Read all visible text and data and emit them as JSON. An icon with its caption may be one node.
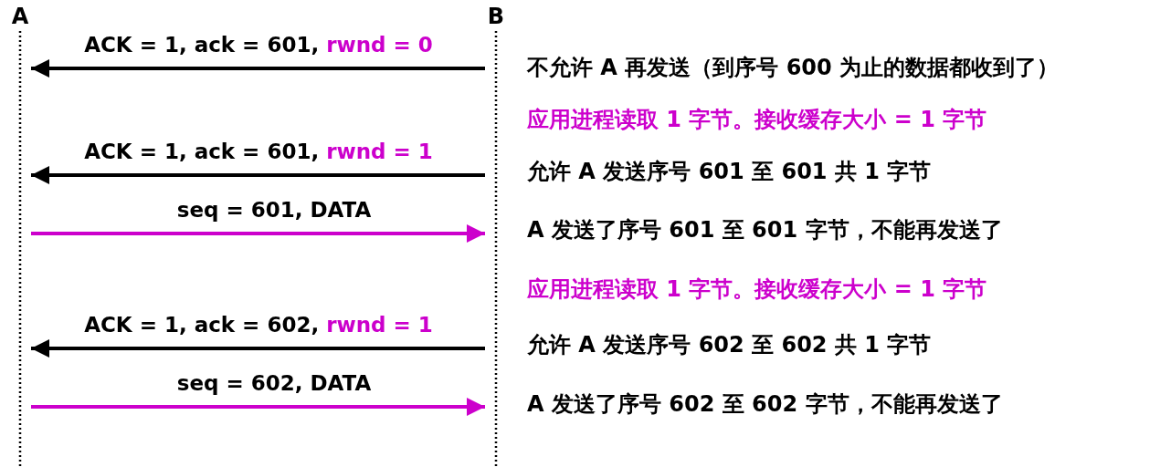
{
  "diagram": {
    "nodes": [
      {
        "text": [
          "A"
        ]
      },
      {
        "text": [
          "B"
        ]
      }
    ],
    "edges": [
      {
        "from": 1,
        "to": 0,
        "arrow": "to",
        "label": "ACK = 1, ack = 601, rwnd = 0"
      },
      {
        "from": 1,
        "to": 0,
        "arrow": "to",
        "label": "ACK = 1, ack = 601, rwnd = 1"
      },
      {
        "from": 0,
        "to": 1,
        "arrow": "to",
        "label": "seq = 601, DATA",
        "color": "#cc00cc"
      },
      {
        "from": 1,
        "to": 0,
        "arrow": "to",
        "label": "ACK = 1, ack = 602, rwnd = 1"
      },
      {
        "from": 0,
        "to": 1,
        "arrow": "to",
        "label": "seq = 602, DATA",
        "color": "#cc00cc"
      }
    ],
    "labels": [
      "不允许 A 再发送（到序号 600 为止的数据都收到了）",
      "应用进程读取 1 字节。接收缓存大小 = 1 字节",
      "允许 A 发送序号 601 至 601  共 1 字节",
      "A 发送了序号 601 至 601 字节，不能再发送了",
      "应用进程读取 1 字节。接收缓存大小 = 1 字节",
      "允许 A 发送序号 602 至 602  共 1 字节",
      "A 发送了序号 602 至 602 字节，不能再发送了"
    ]
  }
}
